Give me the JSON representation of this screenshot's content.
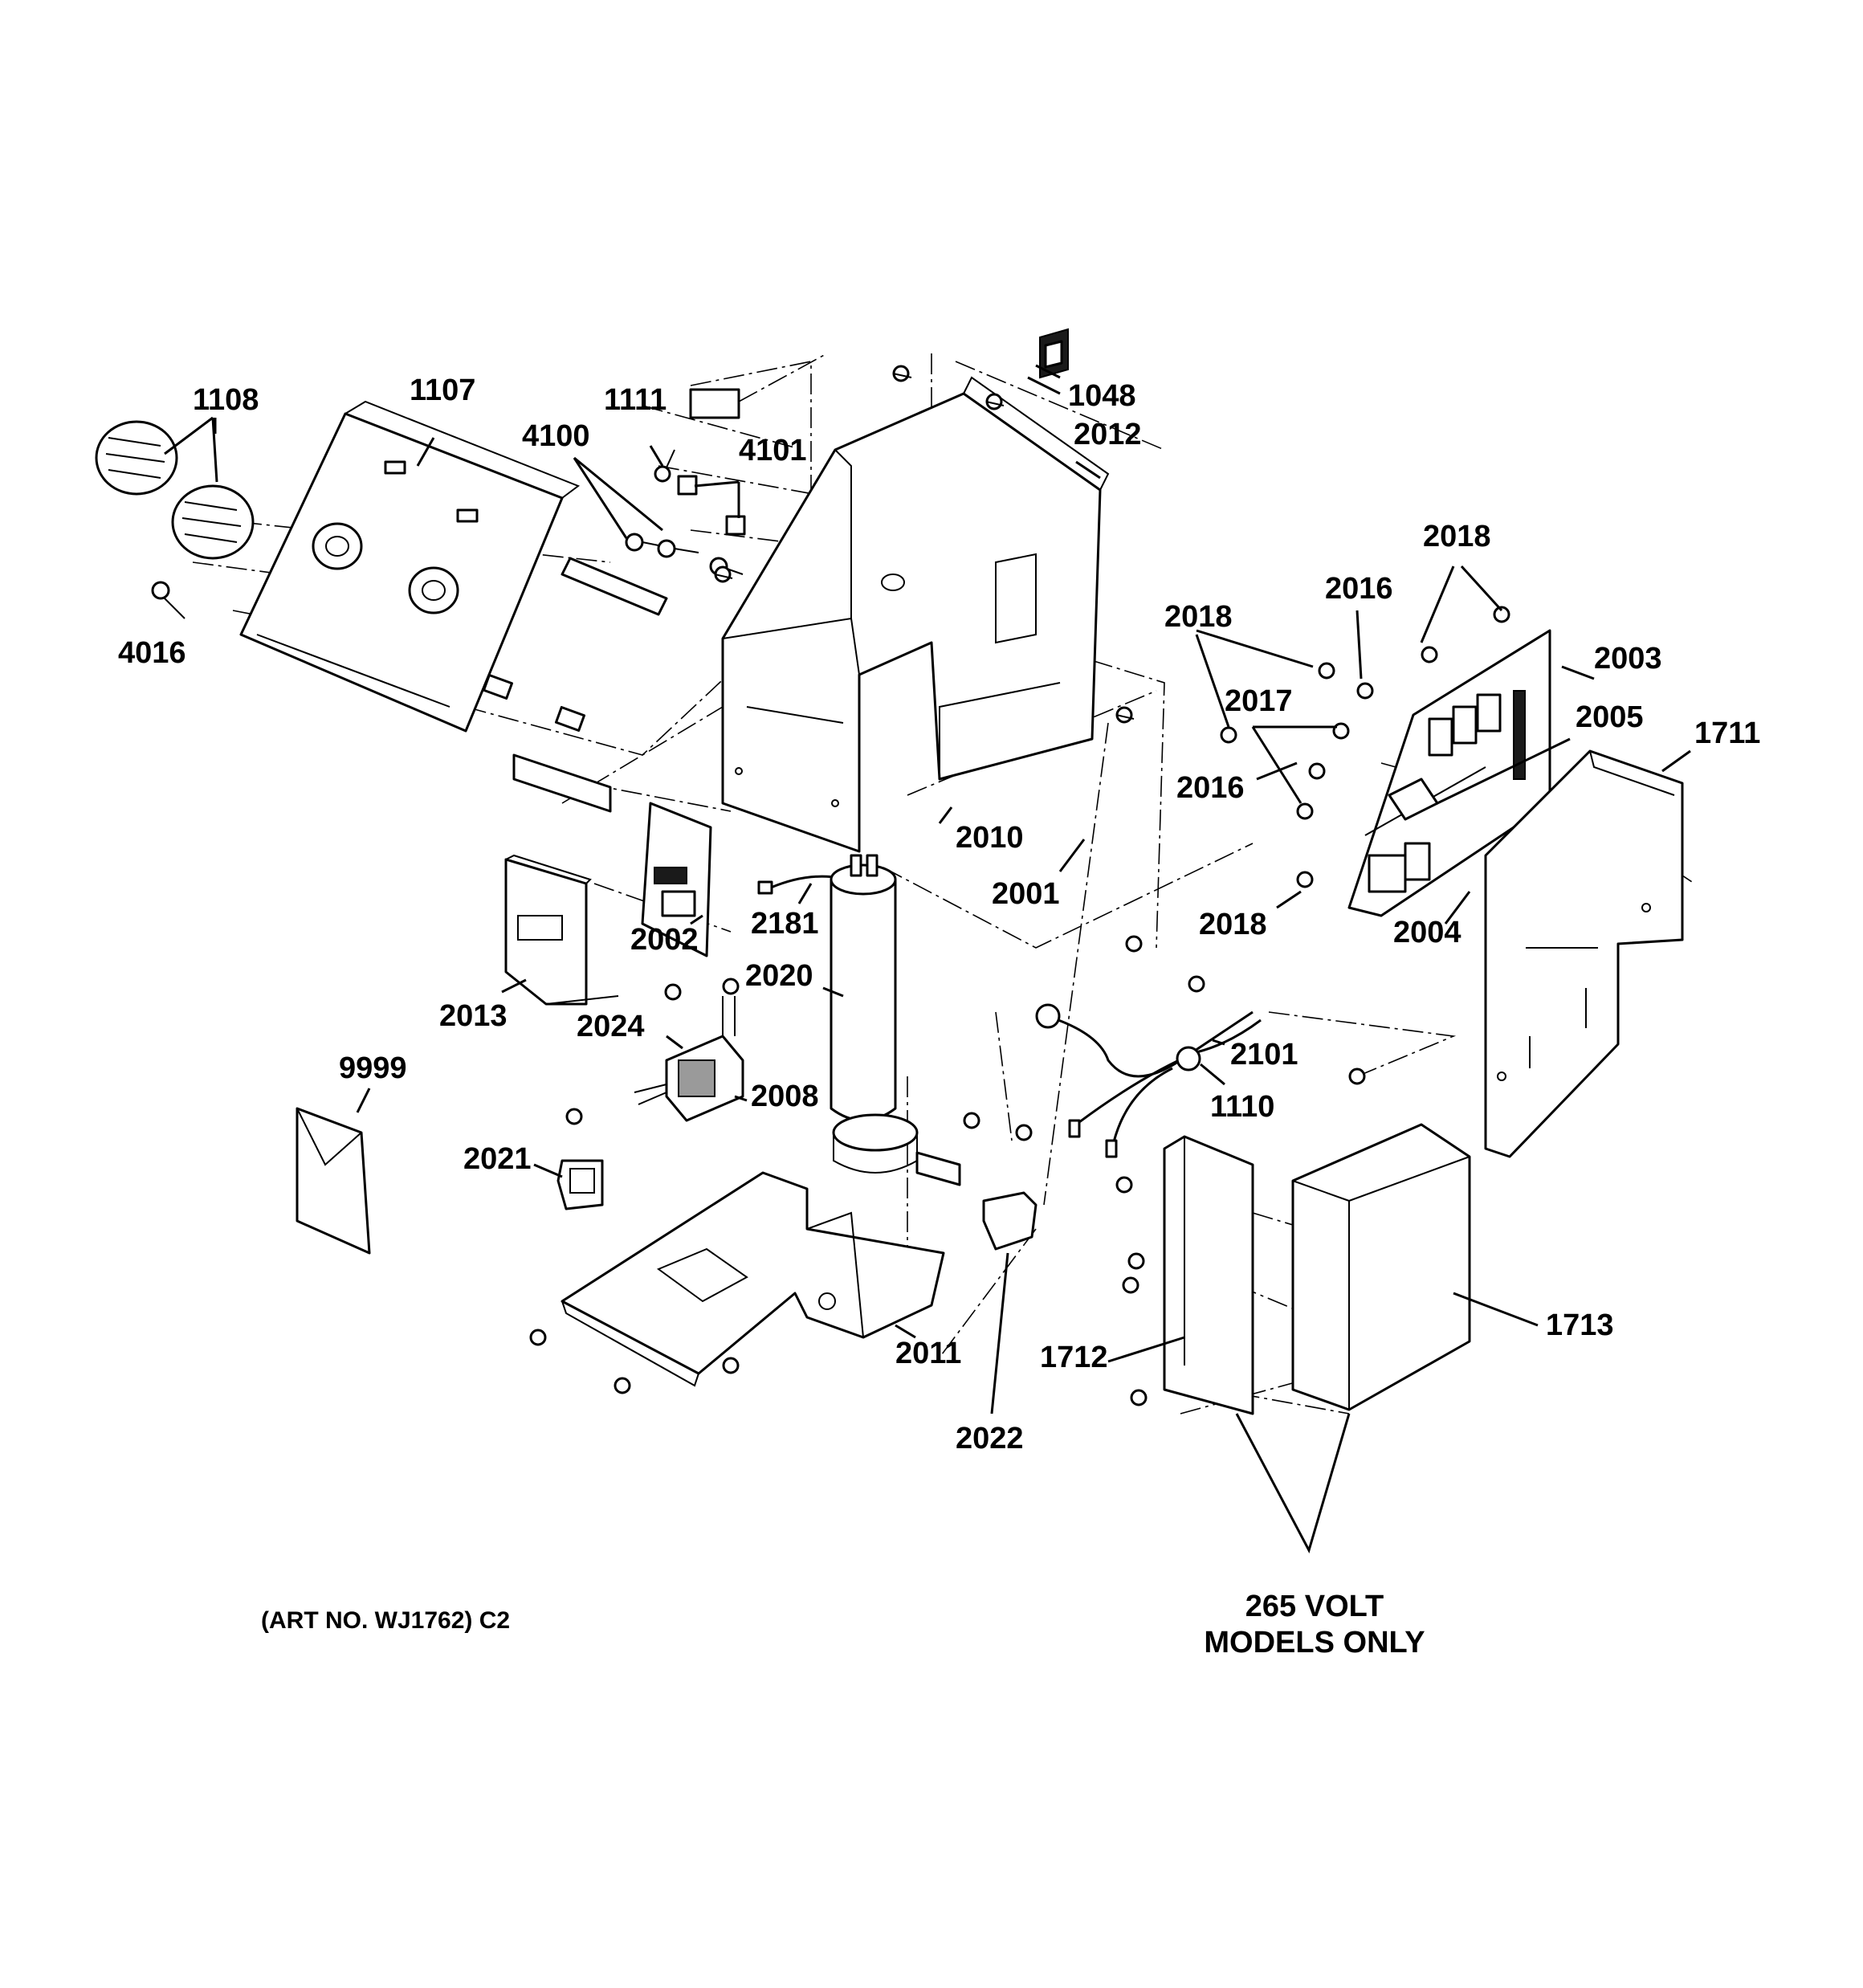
{
  "callouts": {
    "c1108": "1108",
    "c1107": "1107",
    "c1111": "1111",
    "c4100": "4100",
    "c4101": "4101",
    "c1048": "1048",
    "c2012": "2012",
    "c4016": "4016",
    "c2018a": "2018",
    "c2016a": "2016",
    "c2018b": "2018",
    "c2003": "2003",
    "c2017": "2017",
    "c2005": "2005",
    "c1711": "1711",
    "c2016b": "2016",
    "c2010": "2010",
    "c2001": "2001",
    "c2018c": "2018",
    "c2004": "2004",
    "c2181": "2181",
    "c2002": "2002",
    "c2020": "2020",
    "c2013": "2013",
    "c2024": "2024",
    "c2101": "2101",
    "c1110": "1110",
    "c9999": "9999",
    "c2008": "2008",
    "c2021": "2021",
    "c2011": "2011",
    "c1712": "1712",
    "c1713": "1713",
    "c2022": "2022"
  },
  "notes": {
    "voltage_line1": "265 VOLT",
    "voltage_line2": "MODELS ONLY",
    "art_number": "(ART NO. WJ1762) C2"
  }
}
